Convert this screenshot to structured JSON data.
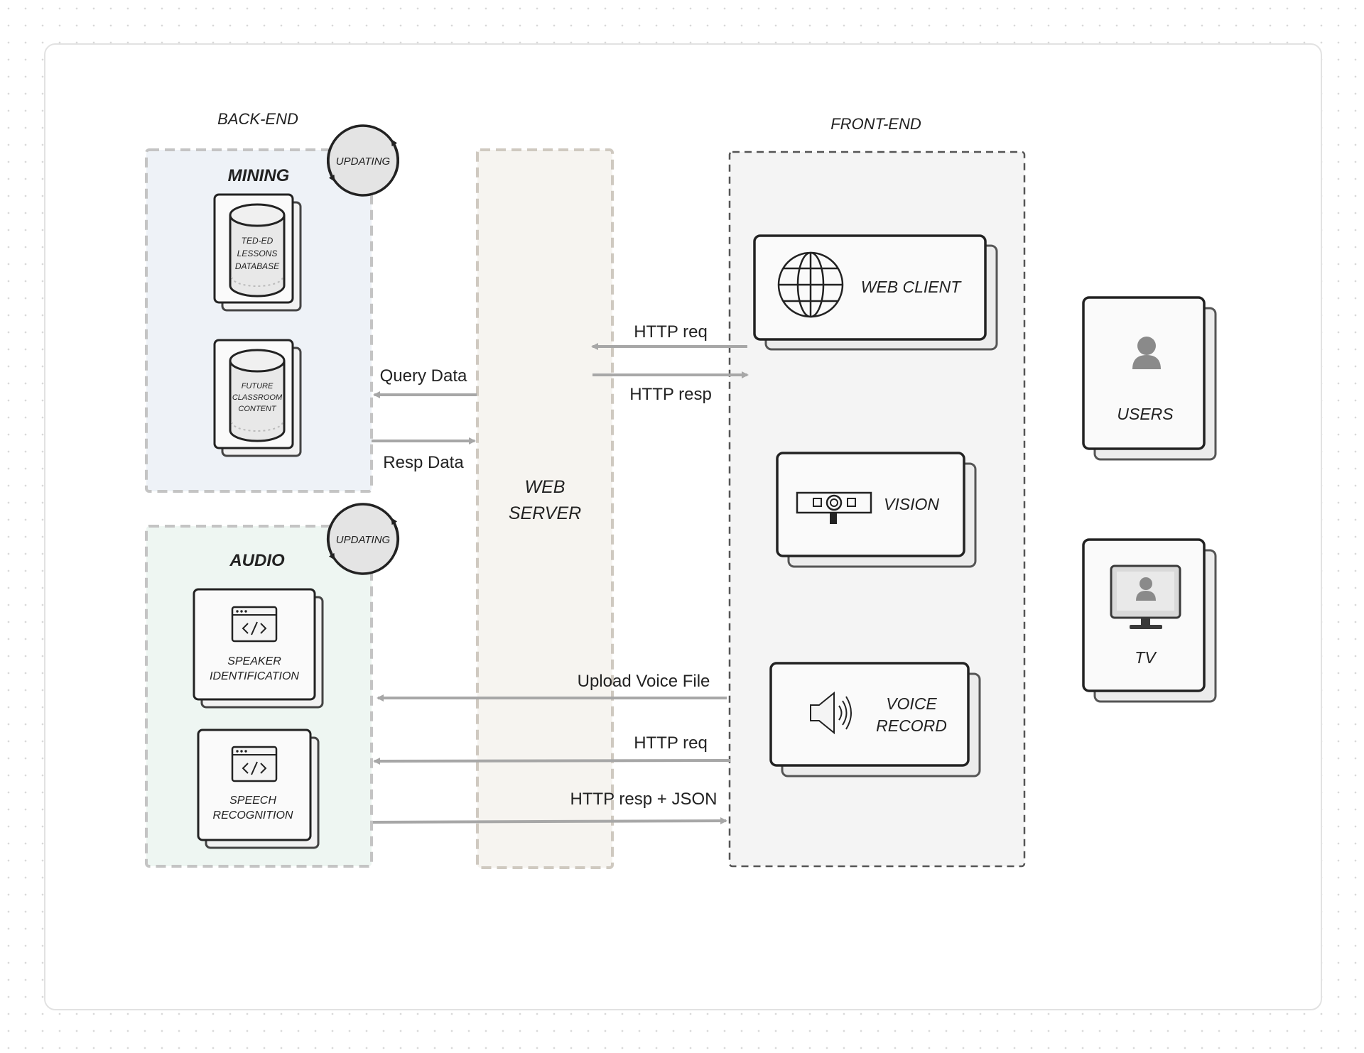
{
  "backend": {
    "title": "BACK-END",
    "mining": {
      "title": "MINING",
      "badge": "UPDATING",
      "db1": [
        "TED-ED",
        "LESSONS",
        "DATABASE"
      ],
      "db2": [
        "FUTURE",
        "CLASSROOM",
        "CONTENT"
      ]
    },
    "audio": {
      "title": "AUDIO",
      "badge": "UPDATING",
      "card1": [
        "SPEAKER",
        "IDENTIFICATION"
      ],
      "card2": [
        "SPEECH",
        "RECOGNITION"
      ]
    }
  },
  "webserver": {
    "lines": [
      "WEB",
      "SERVER"
    ]
  },
  "frontend": {
    "title": "FRONT-END",
    "web_client": "WEB CLIENT",
    "vision": "VISION",
    "voice_record": [
      "VOICE",
      "RECORD"
    ]
  },
  "devices": {
    "users": "USERS",
    "tv": "TV"
  },
  "arrows": {
    "query_data": "Query Data",
    "resp_data": "Resp Data",
    "http_req_top": "HTTP req",
    "http_resp_top": "HTTP resp",
    "upload_voice": "Upload Voice File",
    "http_req_bottom": "HTTP req",
    "http_resp_json": "HTTP resp + JSON"
  },
  "colors": {
    "mining_bg": "#eef2f7",
    "audio_bg": "#eef6f2",
    "server_bg": "#f6f4f0",
    "frontend_bg": "#f4f4f4",
    "arrow": "#a7a7a7",
    "stroke": "#2a2a2a"
  }
}
